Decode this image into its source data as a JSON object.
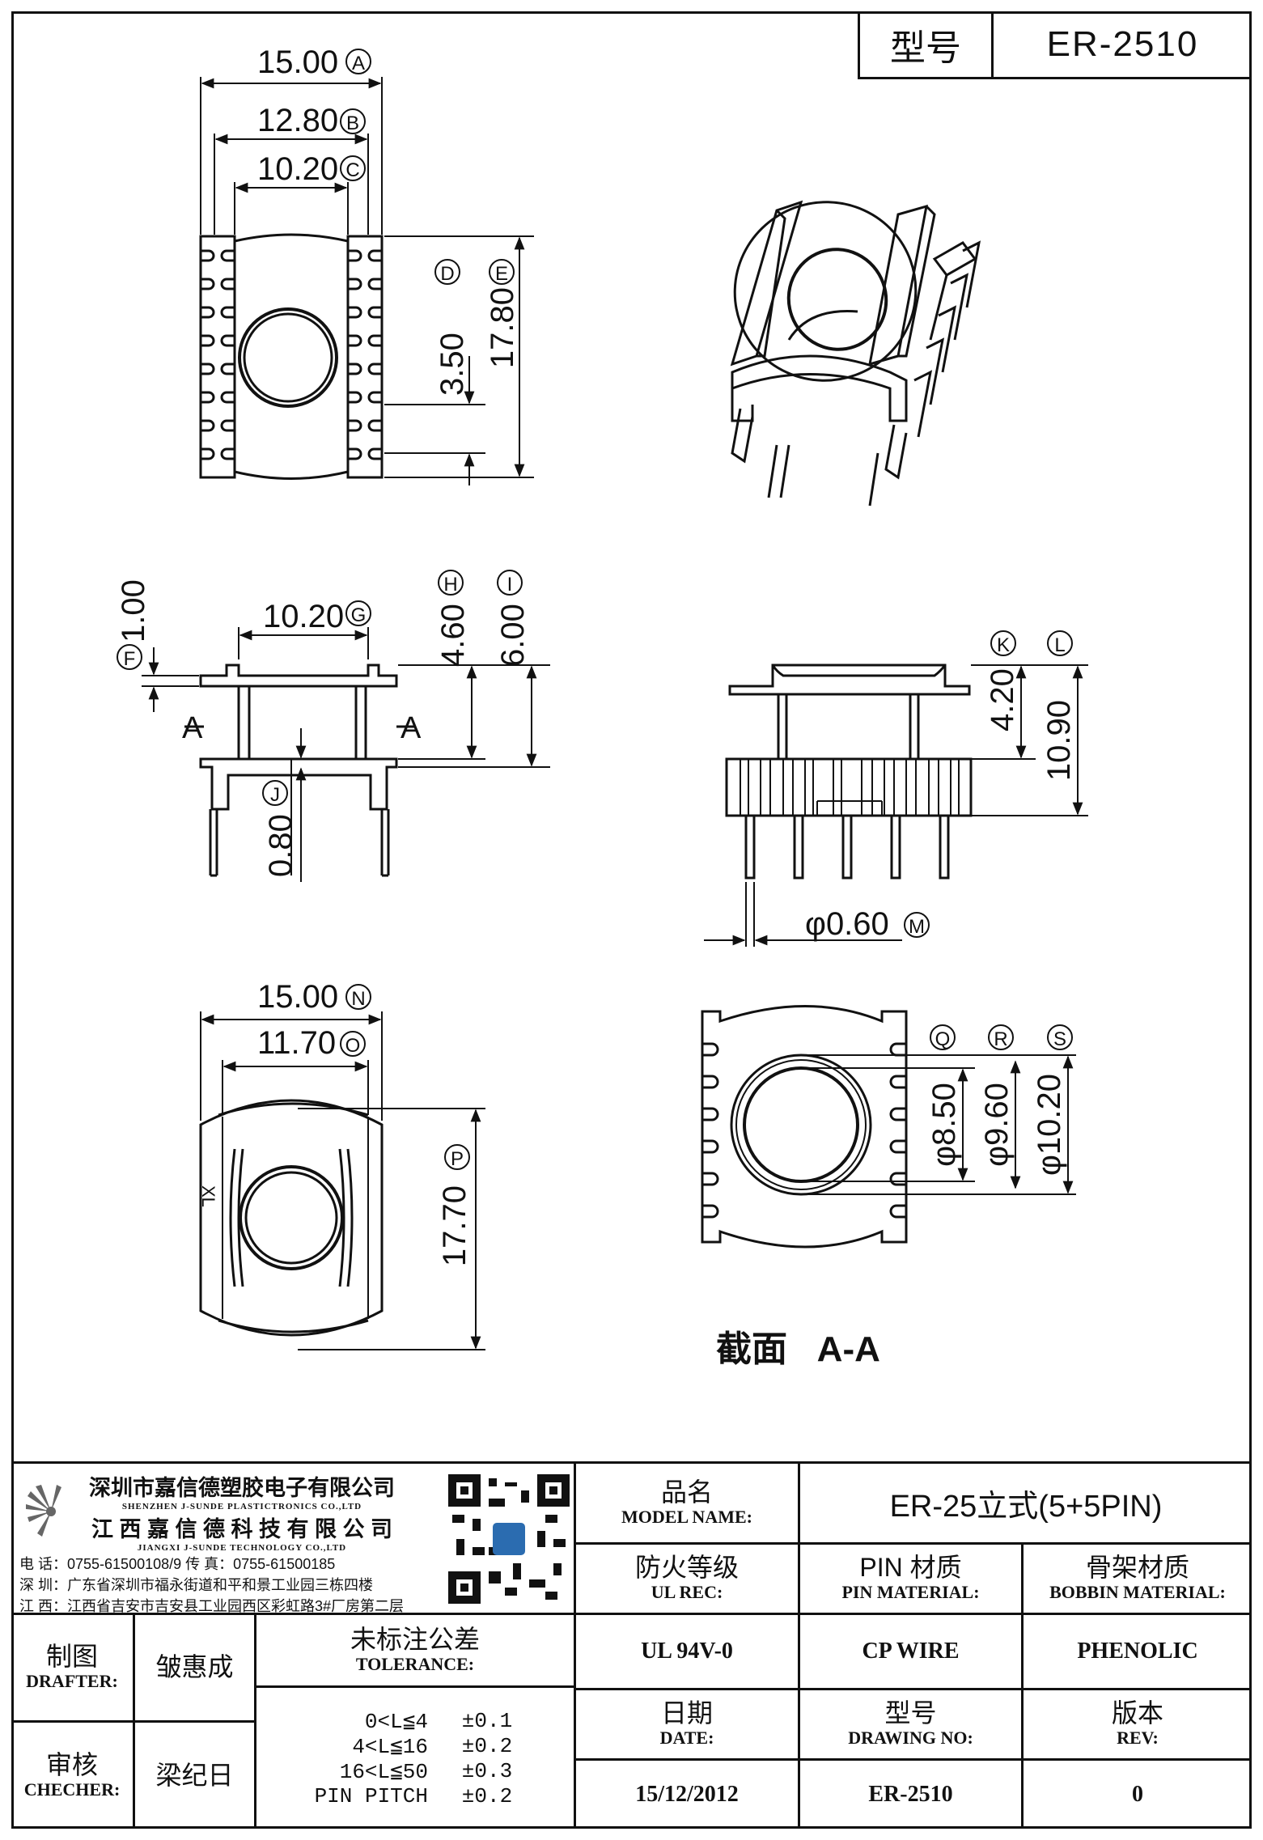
{
  "header": {
    "type_label": "型号",
    "type_value": "ER-2510"
  },
  "top_view": {
    "dims": [
      {
        "value": "15.00",
        "tag": "A"
      },
      {
        "value": "12.80",
        "tag": "B"
      },
      {
        "value": "10.20",
        "tag": "C"
      },
      {
        "value": "3.50",
        "tag": "D"
      },
      {
        "value": "17.80",
        "tag": "E"
      }
    ]
  },
  "front_view": {
    "dims": [
      {
        "value": "1.00",
        "tag": "F"
      },
      {
        "value": "10.20",
        "tag": "G"
      },
      {
        "value": "4.60",
        "tag": "H"
      },
      {
        "value": "6.00",
        "tag": "I"
      },
      {
        "value": "0.80",
        "tag": "J"
      }
    ],
    "section_marks": [
      "A",
      "A"
    ]
  },
  "side_view": {
    "dims": [
      {
        "value": "4.20",
        "tag": "K"
      },
      {
        "value": "10.90",
        "tag": "L"
      },
      {
        "value": "φ0.60",
        "tag": "M"
      }
    ]
  },
  "bottom_view": {
    "dims": [
      {
        "value": "15.00",
        "tag": "N"
      },
      {
        "value": "11.70",
        "tag": "O"
      },
      {
        "value": "17.70",
        "tag": "P"
      }
    ],
    "mark": "XL"
  },
  "section_view": {
    "dims": [
      {
        "value": "φ8.50",
        "tag": "Q"
      },
      {
        "value": "φ9.60",
        "tag": "R"
      },
      {
        "value": "φ10.20",
        "tag": "S"
      }
    ],
    "caption": "截面   A-A"
  },
  "company": {
    "name_cn_1": "深圳市嘉信德塑胶电子有限公司",
    "name_en_1": "SHENZHEN J-SUNDE PLASTICTRONICS CO.,LTD",
    "name_cn_2": "江 西 嘉 信 德 科 技 有 限 公 司",
    "name_en_2": "JIANGXI J-SUNDE TECHNOLOGY CO.,LTD",
    "phone": "电 话：0755-61500108/9      传 真：0755-61500185",
    "addr_sz": "深 圳：广东省深圳市福永街道和平和景工业园三栋四楼",
    "addr_jx": "江 西：江西省吉安市吉安县工业园西区彩虹路3#厂房第二层"
  },
  "title_block": {
    "model_name_cn": "品名",
    "model_name_en": "MODEL NAME:",
    "model_name_value": "ER-25立式(5+5PIN)",
    "ul_cn": "防火等级",
    "ul_en": "UL REC:",
    "ul_value": "UL 94V-0",
    "pin_cn": "PIN 材质",
    "pin_en": "PIN MATERIAL:",
    "pin_value": "CP WIRE",
    "bobbin_cn": "骨架材质",
    "bobbin_en": "BOBBIN MATERIAL:",
    "bobbin_value": "PHENOLIC",
    "drafter_cn": "制图",
    "drafter_en": "DRAFTER:",
    "drafter_value": "皱惠成",
    "checker_cn": "审核",
    "checker_en": "CHECHER:",
    "checker_value": "梁纪日",
    "tolerance_cn": "未标注公差",
    "tolerance_en": "TOLERANCE:",
    "tolerances": [
      {
        "range": "0<L≦4",
        "value": "±0.1"
      },
      {
        "range": "4<L≦16",
        "value": "±0.2"
      },
      {
        "range": "16<L≦50",
        "value": "±0.3"
      },
      {
        "range": "PIN PITCH",
        "value": "±0.2"
      }
    ],
    "date_cn": "日期",
    "date_en": "DATE:",
    "date_value": "15/12/2012",
    "drawing_cn": "型号",
    "drawing_en": "DRAWING NO:",
    "drawing_value": "ER-2510",
    "rev_cn": "版本",
    "rev_en": "REV:",
    "rev_value": "0"
  }
}
